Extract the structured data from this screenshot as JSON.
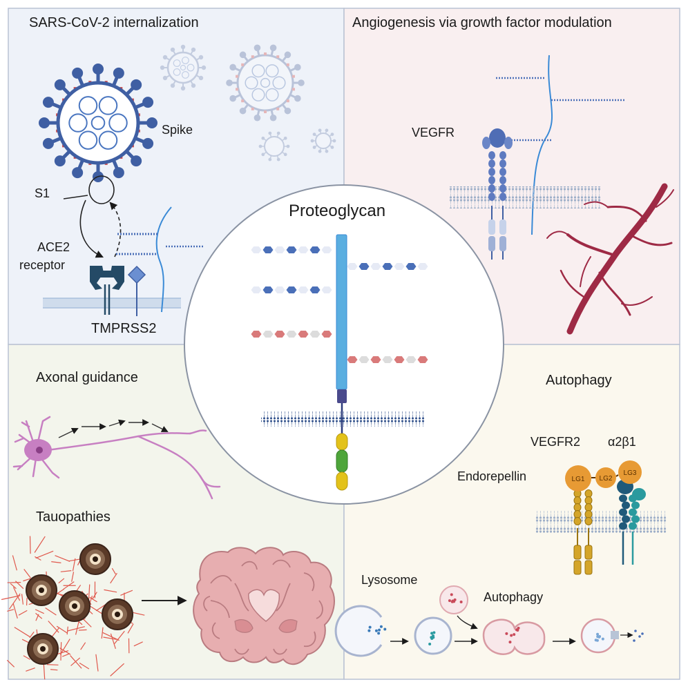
{
  "panels": {
    "top_left": {
      "title": "SARS-CoV-2 internalization",
      "labels": {
        "spike": "Spike",
        "s1": "S1",
        "ace2": "ACE2",
        "receptor": "receptor",
        "tmprss2": "TMPRSS2"
      }
    },
    "top_right": {
      "title": "Angiogenesis via growth factor modulation",
      "labels": {
        "vegfr": "VEGFR"
      }
    },
    "bottom_left": {
      "title": "Axonal guidance",
      "subtitle": "Tauopathies"
    },
    "bottom_right": {
      "title": "Autophagy",
      "labels": {
        "vegfr2": "VEGFR2",
        "a2b1": "α2β1",
        "endorepellin": "Endorepellin",
        "lg1": "LG1",
        "lg2": "LG2",
        "lg3": "LG3",
        "lysosome": "Lysosome",
        "autophagy": "Autophagy"
      }
    }
  },
  "center": {
    "title": "Proteoglycan"
  },
  "colors": {
    "panel_blue": "#eef2f9",
    "panel_pink": "#f9eff0",
    "panel_green": "#f3f5ec",
    "panel_cream": "#fbf8ee",
    "virus_blue": "#3f5fa3",
    "spike_red": "#c94a4a",
    "core_blue": "#5aaee0",
    "vessel_red": "#9e2a45",
    "neuron_pink": "#c77fc2",
    "lg_orange": "#e79a34",
    "integrin_teal": "#2a9a9e",
    "brain_pink": "#e7aeb0"
  }
}
